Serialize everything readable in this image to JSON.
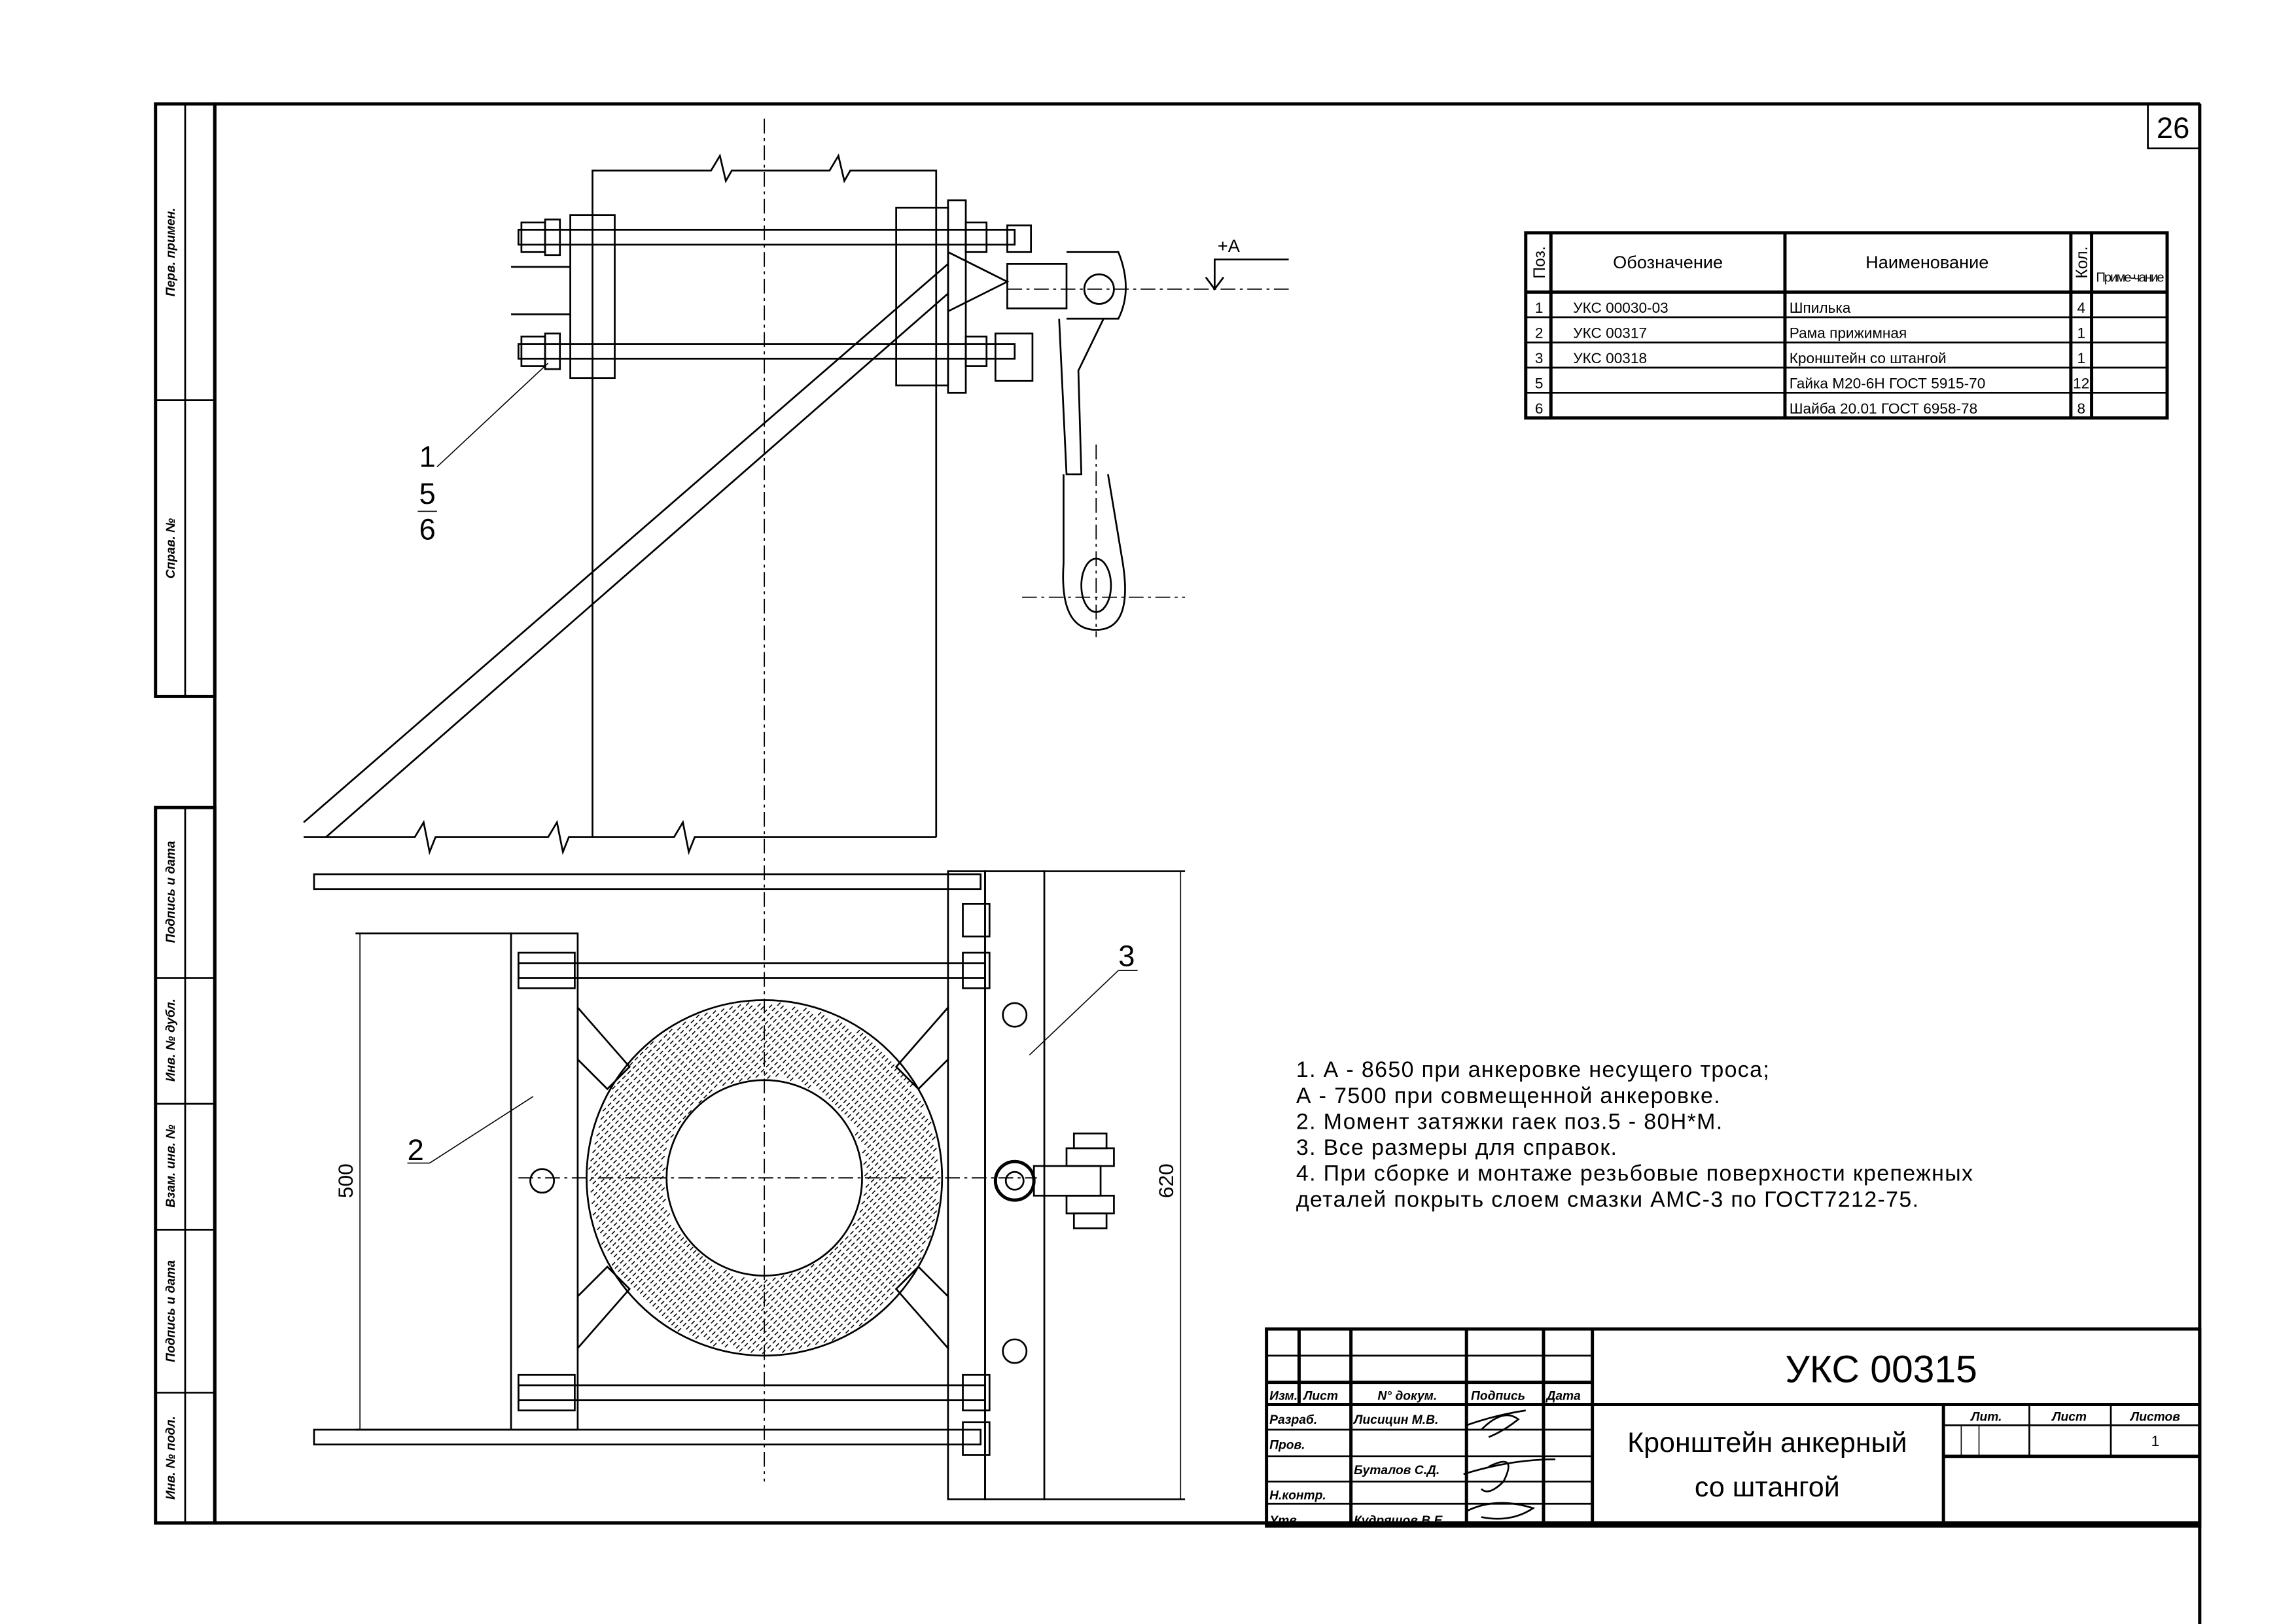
{
  "sheet_number": "26",
  "side_stamp": {
    "upper": [
      "Перв. примен.",
      "Справ. №"
    ],
    "lower": [
      "Подпись и дата",
      "Инв. № дубл.",
      "Взам. инв. №",
      "Подпись и дата",
      "Инв. № подл."
    ]
  },
  "drawing": {
    "section_marker": "+A",
    "leaders_top": [
      "1",
      "5",
      "6"
    ],
    "leader_frame": "2",
    "leader_bracket": "3",
    "dim_inner": "500",
    "dim_outer": "620"
  },
  "spec_table": {
    "headers": {
      "pos": "Поз.",
      "designation": "Обозначение",
      "name": "Наименование",
      "qty": "Кол.",
      "note": "Приме-чание"
    },
    "rows": [
      {
        "pos": "1",
        "designation": "УКС 00030-03",
        "name": "Шпилька",
        "qty": "4",
        "note": ""
      },
      {
        "pos": "2",
        "designation": "УКС 00317",
        "name": "Рама прижимная",
        "qty": "1",
        "note": ""
      },
      {
        "pos": "3",
        "designation": "УКС 00318",
        "name": "Кронштейн со штангой",
        "qty": "1",
        "note": ""
      },
      {
        "pos": "5",
        "designation": "",
        "name": "Гайка М20-6Н ГОСТ 5915-70",
        "qty": "12",
        "note": ""
      },
      {
        "pos": "6",
        "designation": "",
        "name": "Шайба 20.01 ГОСТ 6958-78",
        "qty": "8",
        "note": ""
      }
    ]
  },
  "notes": [
    "1.  А - 8650 при анкеровке несущего троса;",
    "     А - 7500 при совмещенной анкеровке.",
    "2.  Момент затяжки гаек поз.5 - 80Н*М.",
    "3.  Все размеры для справок.",
    "4.  При сборке и монтаже резьбовые поверхности крепежных",
    "     деталей покрыть слоем смазки АМС-3 по ГОСТ7212-75."
  ],
  "title_block": {
    "code": "УКС 00315",
    "title_line1": "Кронштейн анкерный",
    "title_line2": "со штангой",
    "col_headers": {
      "izm": "Изм.",
      "list": "Лист",
      "doc": "N° докум.",
      "sign": "Подпись",
      "date": "Дата"
    },
    "roles": [
      {
        "role": "Разраб.",
        "name": "Лисицин М.В."
      },
      {
        "role": "Пров.",
        "name": ""
      },
      {
        "role": "",
        "name": "Буталов С.Д."
      },
      {
        "role": "Н.контр.",
        "name": ""
      },
      {
        "role": "Утв.",
        "name": "Кудряшов В.Е."
      }
    ],
    "lit_label": "Лит.",
    "sheet_label": "Лист",
    "sheets_label": "Листов",
    "sheets_value": "1"
  }
}
